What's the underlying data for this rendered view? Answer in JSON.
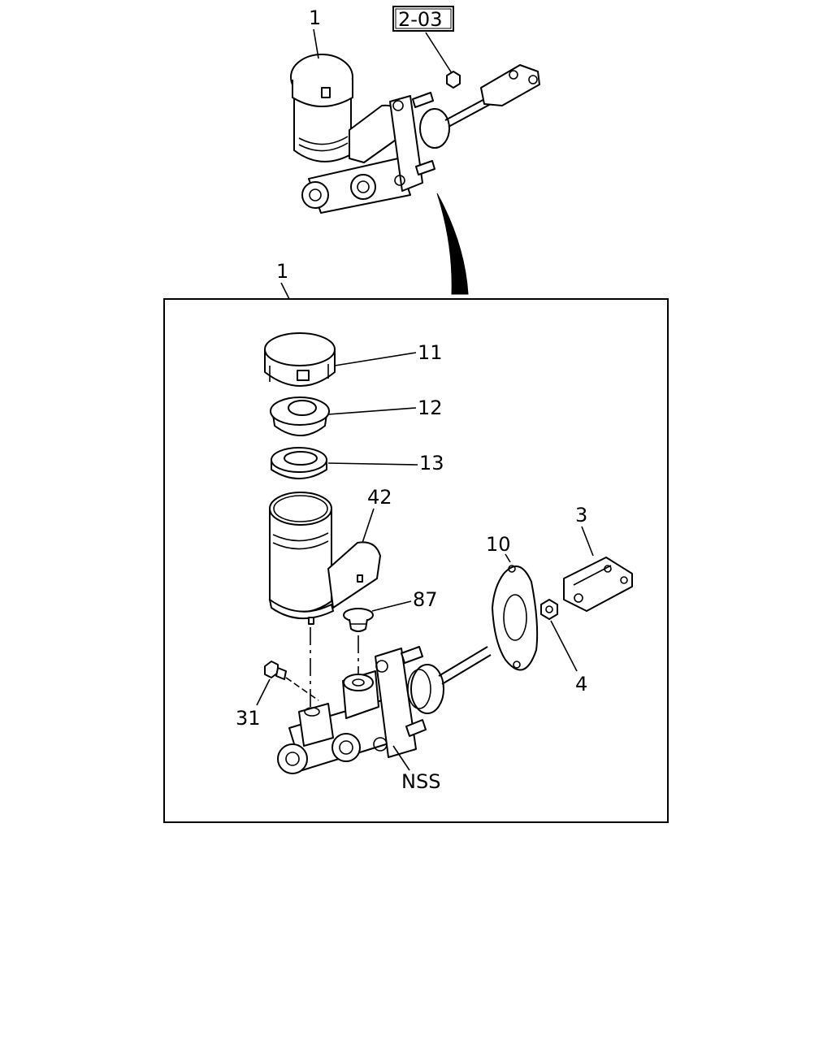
{
  "reference_box": "2-03",
  "labels": {
    "assembly_top": "1",
    "assembly_box": "1",
    "cap": "11",
    "diaphragm": "12",
    "seal": "13",
    "reservoir": "42",
    "grommet": "87",
    "bolt": "31",
    "gasket": "10",
    "clevis": "3",
    "nut": "4",
    "body": "NSS"
  }
}
